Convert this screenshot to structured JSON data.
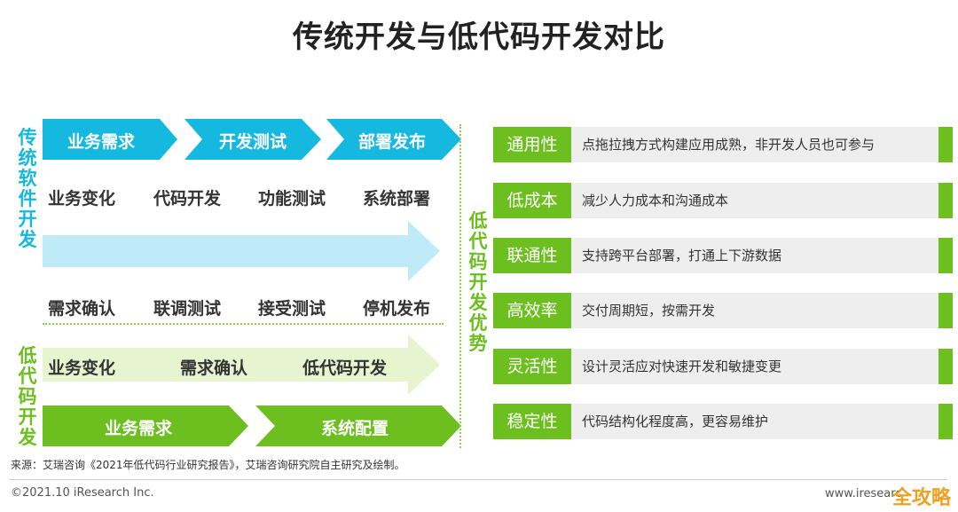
{
  "title": "传统开发与低代码开发对比",
  "traditional": {
    "label": "传统软件开发",
    "top_arrows": [
      "业务需求",
      "开发测试",
      "部署发布"
    ],
    "row1": [
      "业务变化",
      "代码开发",
      "功能测试",
      "系统部署"
    ],
    "row2": [
      "需求确认",
      "联调测试",
      "接受测试",
      "停机发布"
    ]
  },
  "lowcode": {
    "label": "低代码开发",
    "light_arrow_items": [
      "业务变化",
      "需求确认",
      "低代码开发"
    ],
    "bottom_arrows": [
      "业务需求",
      "系统配置"
    ]
  },
  "advantages": {
    "label": "低代码开发优势",
    "items": [
      {
        "label": "通用性",
        "desc": "点拖拉拽方式构建应用成熟，非开发人员也可参与"
      },
      {
        "label": "低成本",
        "desc": "减少人力成本和沟通成本"
      },
      {
        "label": "联通性",
        "desc": "支持跨平台部署，打通上下游数据"
      },
      {
        "label": "高效率",
        "desc": "交付周期短，按需开发"
      },
      {
        "label": "灵活性",
        "desc": "设计灵活应对快速开发和敏捷变更"
      },
      {
        "label": "稳定性",
        "desc": "代码结构化程度高，更容易维护"
      }
    ]
  },
  "footer": {
    "source": "来源：艾瑞咨询《2021年低代码行业研究报告》，艾瑞咨询研究院自主研究及绘制。",
    "copyright": "©2021.10 iResearch Inc.",
    "site": "www.iresearc",
    "watermark": "全攻略"
  },
  "colors": {
    "cyan": "#15b8df",
    "light_cyan": "#bfeaf7",
    "green": "#6cbf1f",
    "light_green": "#e6f4cf",
    "gray": "#eeeeee"
  }
}
